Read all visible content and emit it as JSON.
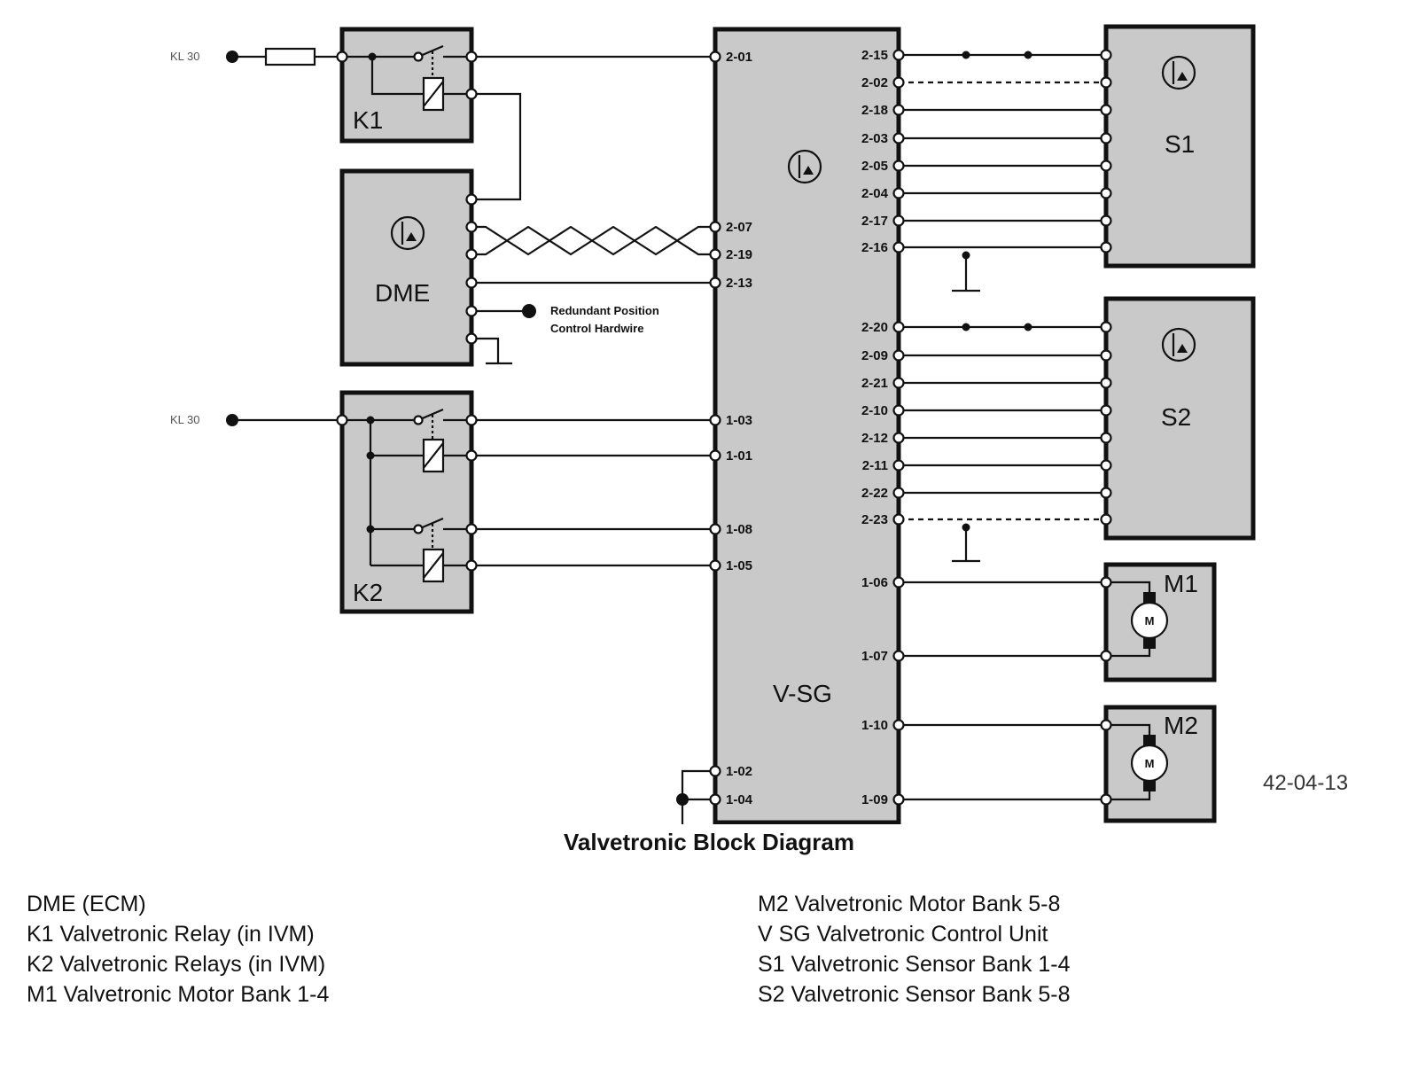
{
  "kl30_top": "KL 30",
  "kl30_bottom": "KL 30",
  "blocks": {
    "k1": "K1",
    "k2": "K2",
    "dme": "DME",
    "vsg": "V-SG",
    "s1": "S1",
    "s2": "S2",
    "m1": "M1",
    "m2": "M2"
  },
  "motor_symbol": "M",
  "annotation": [
    "Redundant Position",
    "Control Hardwire"
  ],
  "vsg_left_pins": [
    "2-01",
    "2-07",
    "2-19",
    "2-13",
    "1-03",
    "1-01",
    "1-08",
    "1-05",
    "1-02",
    "1-04"
  ],
  "vsg_right_pins": [
    "2-15",
    "2-02",
    "2-18",
    "2-03",
    "2-05",
    "2-04",
    "2-17",
    "2-16",
    "2-20",
    "2-09",
    "2-21",
    "2-10",
    "2-12",
    "2-11",
    "2-22",
    "2-23",
    "1-06",
    "1-07",
    "1-10",
    "1-09"
  ],
  "reference": "42-04-13",
  "caption": "Valvetronic Block Diagram",
  "legend_left": [
    "DME (ECM)",
    "K1 Valvetronic Relay (in IVM)",
    "K2 Valvetronic Relays (in IVM)",
    "M1 Valvetronic Motor Bank 1-4"
  ],
  "legend_right": [
    "M2 Valvetronic Motor Bank 5-8",
    "V SG Valvetronic Control Unit",
    "S1 Valvetronic Sensor Bank 1-4",
    "S2 Valvetronic Sensor Bank 5-8"
  ]
}
